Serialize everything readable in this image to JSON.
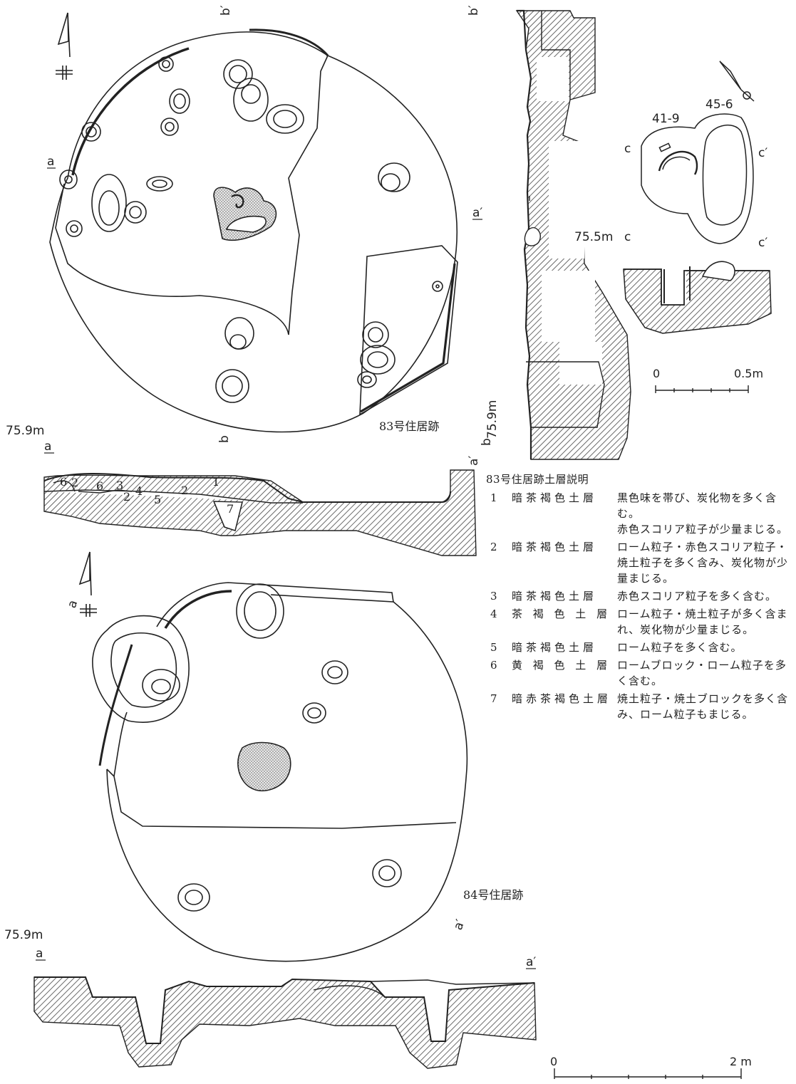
{
  "labels": {
    "a": "a",
    "a_prime": "a′",
    "b": "b",
    "b_prime": "b′",
    "c": "c",
    "c_prime": "c′",
    "elev_759": "75.9m",
    "elev_755": "75.5m",
    "house83": "83号住居跡",
    "house84": "84号住居跡",
    "artifact1": "41-9",
    "artifact2": "45-6",
    "scale_small_0": "0",
    "scale_small_end": "0.5m",
    "scale_large_0": "0",
    "scale_large_end": "2 m",
    "layer_nums": [
      "1",
      "2",
      "2",
      "2",
      "3",
      "4",
      "5",
      "6",
      "6",
      "7"
    ]
  },
  "legend": {
    "title": "83号住居跡土層説明",
    "layers": [
      {
        "num": "1",
        "name": "暗茶褐色土層",
        "desc": [
          "黒色味を帯び、炭化物を多く含む。",
          "赤色スコリア粒子が少量まじる。"
        ]
      },
      {
        "num": "2",
        "name": "暗茶褐色土層",
        "desc": [
          "ローム粒子・赤色スコリア粒子・焼土粒子を多く含み、炭化物が少量まじる。"
        ]
      },
      {
        "num": "3",
        "name": "暗茶褐色土層",
        "desc": [
          "赤色スコリア粒子を多く含む。"
        ]
      },
      {
        "num": "4",
        "name": "茶 褐 色 土 層",
        "desc": [
          "ローム粒子・焼土粒子が多く含まれ、炭化物が少量まじる。"
        ]
      },
      {
        "num": "5",
        "name": "暗茶褐色土層",
        "desc": [
          "ローム粒子を多く含む。"
        ]
      },
      {
        "num": "6",
        "name": "黄 褐 色 土 層",
        "desc": [
          "ロームブロック・ローム粒子を多く含む。"
        ]
      },
      {
        "num": "7",
        "name": "暗赤茶褐色土層",
        "desc": [
          "焼土粒子・焼土ブロックを多く含み、ローム粒子もまじる。"
        ]
      }
    ]
  }
}
